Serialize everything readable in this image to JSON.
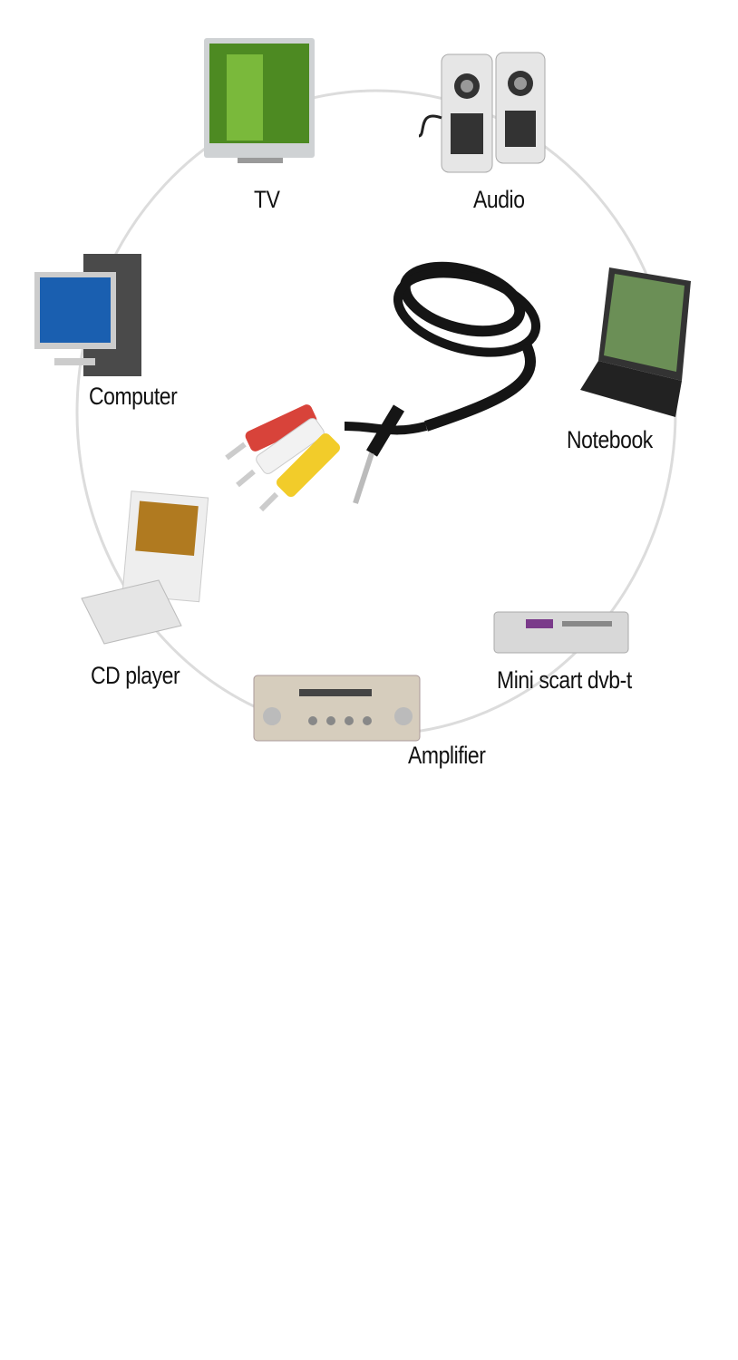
{
  "devices": {
    "tv": "TV",
    "audio": "Audio",
    "computer": "Computer",
    "notebook": "Notebook",
    "cd_player": "CD player",
    "mini_scart": "Mini scart dvb-t",
    "amplifier": "Amplifier"
  },
  "colors": {
    "background": "#ffffff",
    "ring": "#d9d9d9",
    "cable": "#151515",
    "plug_red": "#d8433a",
    "plug_white": "#f2f2f2",
    "plug_yellow": "#f2cc2a"
  }
}
